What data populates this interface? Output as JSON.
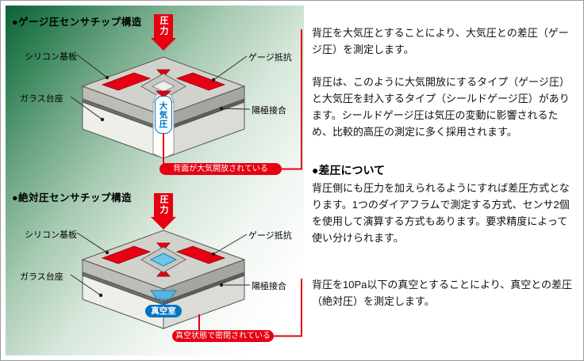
{
  "colors": {
    "red": "#e60012",
    "blue": "#0075c2",
    "light_blue": "#6ec6ea",
    "green": "#0d6134"
  },
  "gauge": {
    "title": "●ゲージ圧センサチップ構造",
    "pressure": "圧力",
    "silicon": "シリコン基板",
    "glass": "ガラス台座",
    "resistor": "ゲージ抵抗",
    "bonding": "陽極接合",
    "cavity": "大気圧",
    "badge": "背面が大気開放されている"
  },
  "absolute": {
    "title": "●絶対圧センサチップ構造",
    "pressure": "圧力",
    "silicon": "シリコン基板",
    "glass": "ガラス台座",
    "resistor": "ゲージ抵抗",
    "bonding": "陽極接合",
    "cavity": "真空室",
    "badge": "真空状態で密閉されている"
  },
  "text": {
    "p1": "背圧を大気圧とすることにより、大気圧との差圧（ゲージ圧）を測定します。",
    "p2": "背圧は、このように大気開放にするタイプ（ゲージ圧）と大気圧を封入するタイプ（シールドゲージ圧）があります。シールドゲージ圧は気圧の変動に影響されるため、比較的高圧の測定に多く採用されます。",
    "h": "●差圧について",
    "p3": "背圧側にも圧力を加えられるようにすれば差圧方式となります。1つのダイアフラムで測定する方式、センサ2個を使用して演算する方式もあります。要求精度によって使い分けられます。",
    "p4": "背圧を10Pa以下の真空とすることにより、真空との差圧（絶対圧）を測定します。"
  }
}
